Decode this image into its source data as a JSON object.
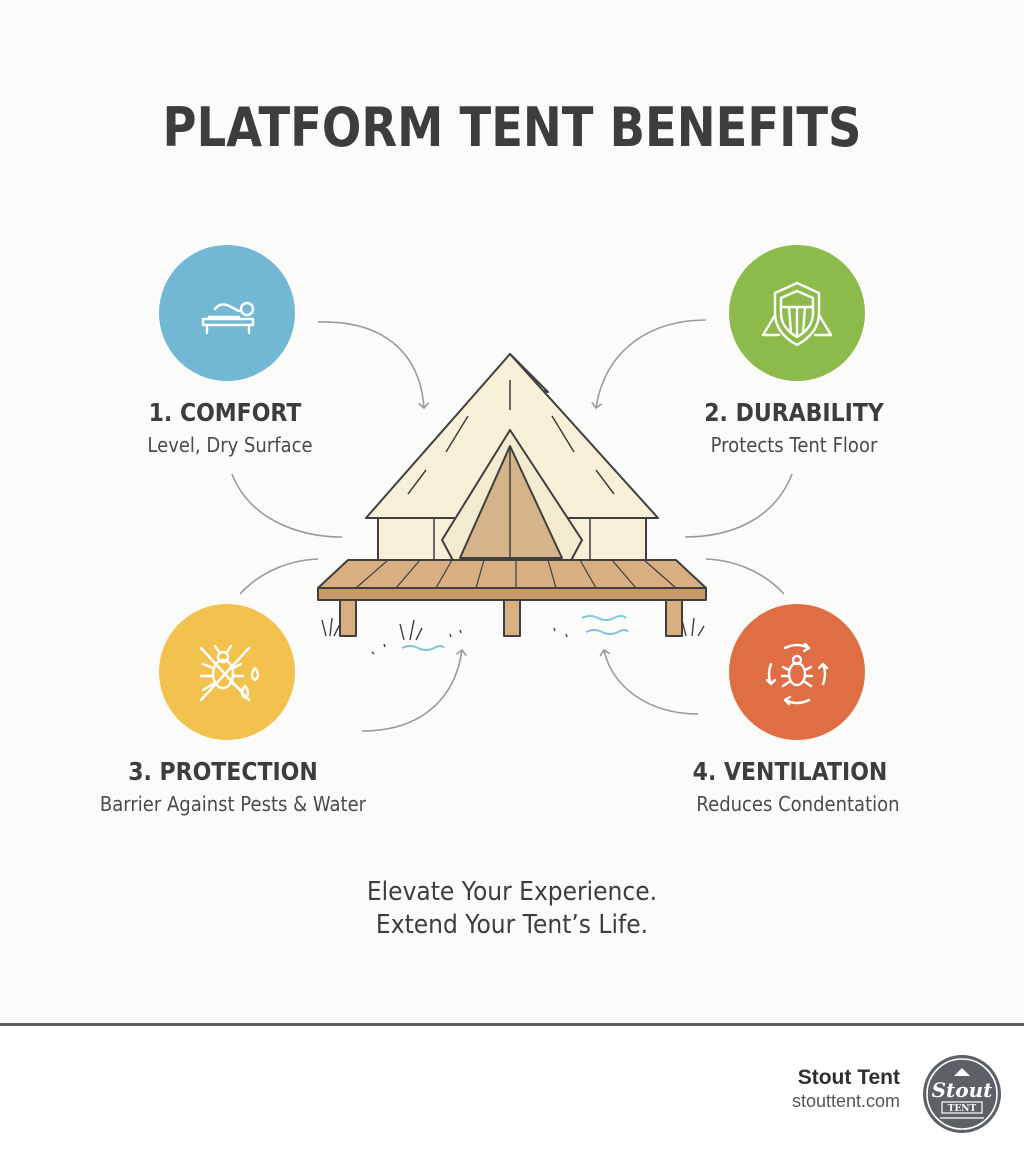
{
  "title": "PLATFORM TENT BENEFITS",
  "benefits": [
    {
      "title": "1. COMFORT",
      "desc": "Level, Dry Surface",
      "color": "#72b7d4",
      "icon": "sleeping-person-icon"
    },
    {
      "title": "2. DURABILITY",
      "desc": "Protects Tent Floor",
      "color": "#8cba4b",
      "icon": "shield-tent-icon"
    },
    {
      "title": "3. PROTECTION",
      "desc": "Barrier Against Pests & Water",
      "color": "#f2c14e",
      "icon": "no-bug-water-icon"
    },
    {
      "title": "4. VENTILATION",
      "desc": "Reduces Condentation",
      "color": "#e06e45",
      "icon": "airflow-bug-icon"
    }
  ],
  "tagline": {
    "line1": "Elevate Your Experience.",
    "line2": "Extend Your Tent’s Life."
  },
  "footer": {
    "brand": "Stout Tent",
    "url": "stouttent.com",
    "logo_text": "Stout",
    "logo_subtext": "TENT"
  },
  "colors": {
    "canvas": "#fbfbf9",
    "tent_canvas": "#f6f0d8",
    "tent_door": "#d5b48a",
    "deck": "#c89a6a",
    "water": "#7fc8da",
    "arrow": "#9a9a9a"
  }
}
